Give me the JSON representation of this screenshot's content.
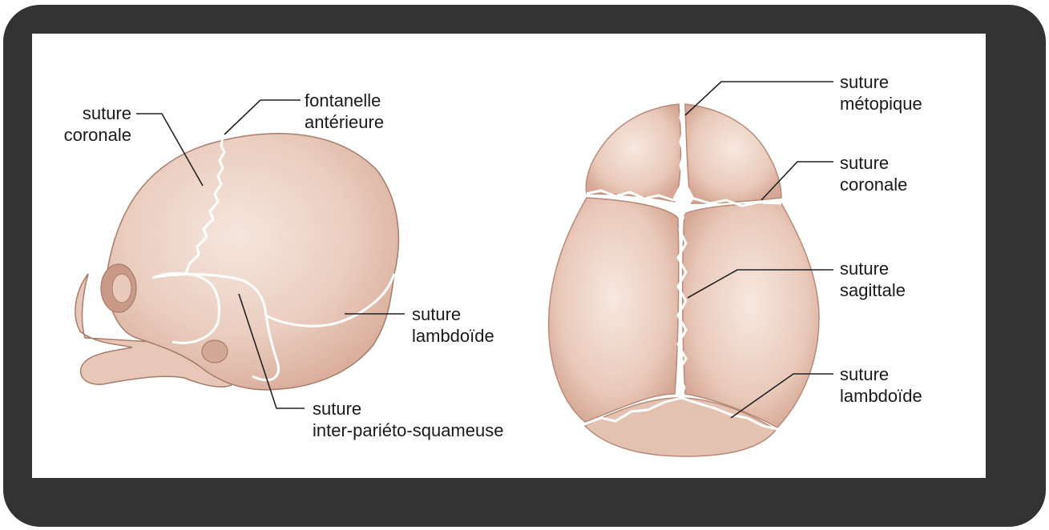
{
  "colors": {
    "frame": "#333333",
    "panel": "#ffffff",
    "bone": "#eacdbf",
    "bone_shadow": "#d9ab99",
    "suture": "#ffffff",
    "leader": "#222222",
    "text": "#1a1a1a"
  },
  "lateral_view": {
    "suture_coronale": {
      "line1": "suture",
      "line2": "coronale"
    },
    "fontanelle_anterieure": {
      "line1": "fontanelle",
      "line2": "antérieure"
    },
    "suture_lambdoide": {
      "line1": "suture",
      "line2": "lambdoïde"
    },
    "suture_inter_parieto_squameuse": {
      "line1": "suture",
      "line2": "inter-pariéto-squameuse"
    }
  },
  "superior_view": {
    "suture_metopique": {
      "line1": "suture",
      "line2": "métopique"
    },
    "suture_coronale": {
      "line1": "suture",
      "line2": "coronale"
    },
    "suture_sagittale": {
      "line1": "suture",
      "line2": "sagittale"
    },
    "suture_lambdoide": {
      "line1": "suture",
      "line2": "lambdoïde"
    }
  }
}
